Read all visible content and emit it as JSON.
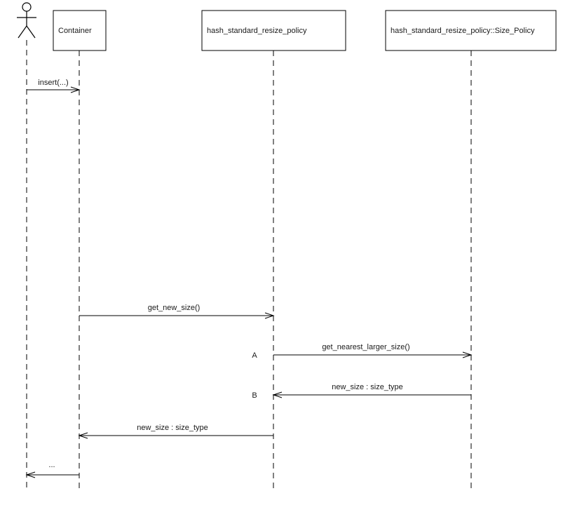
{
  "diagram": {
    "type": "uml-sequence-diagram",
    "colors": {
      "line": "#000000",
      "text": "#1a1a1a",
      "background": "#ffffff"
    },
    "participants": [
      {
        "type": "actor",
        "label": ""
      },
      {
        "type": "object",
        "label": "Container"
      },
      {
        "type": "object",
        "label": "hash_standard_resize_policy"
      },
      {
        "type": "object",
        "label": "hash_standard_resize_policy::Size_Policy"
      }
    ],
    "messages": [
      {
        "seq": "",
        "label": "insert(...)",
        "from": "actor",
        "to": "Container"
      },
      {
        "seq": "",
        "label": "get_new_size()",
        "from": "Container",
        "to": "hash_standard_resize_policy"
      },
      {
        "seq": "A",
        "label": "get_nearest_larger_size()",
        "from": "hash_standard_resize_policy",
        "to": "hash_standard_resize_policy::Size_Policy"
      },
      {
        "seq": "B",
        "label": "new_size : size_type",
        "from": "hash_standard_resize_policy::Size_Policy",
        "to": "hash_standard_resize_policy"
      },
      {
        "seq": "",
        "label": "new_size : size_type",
        "from": "hash_standard_resize_policy",
        "to": "Container"
      },
      {
        "seq": "",
        "label": "...",
        "from": "Container",
        "to": "actor"
      }
    ]
  }
}
